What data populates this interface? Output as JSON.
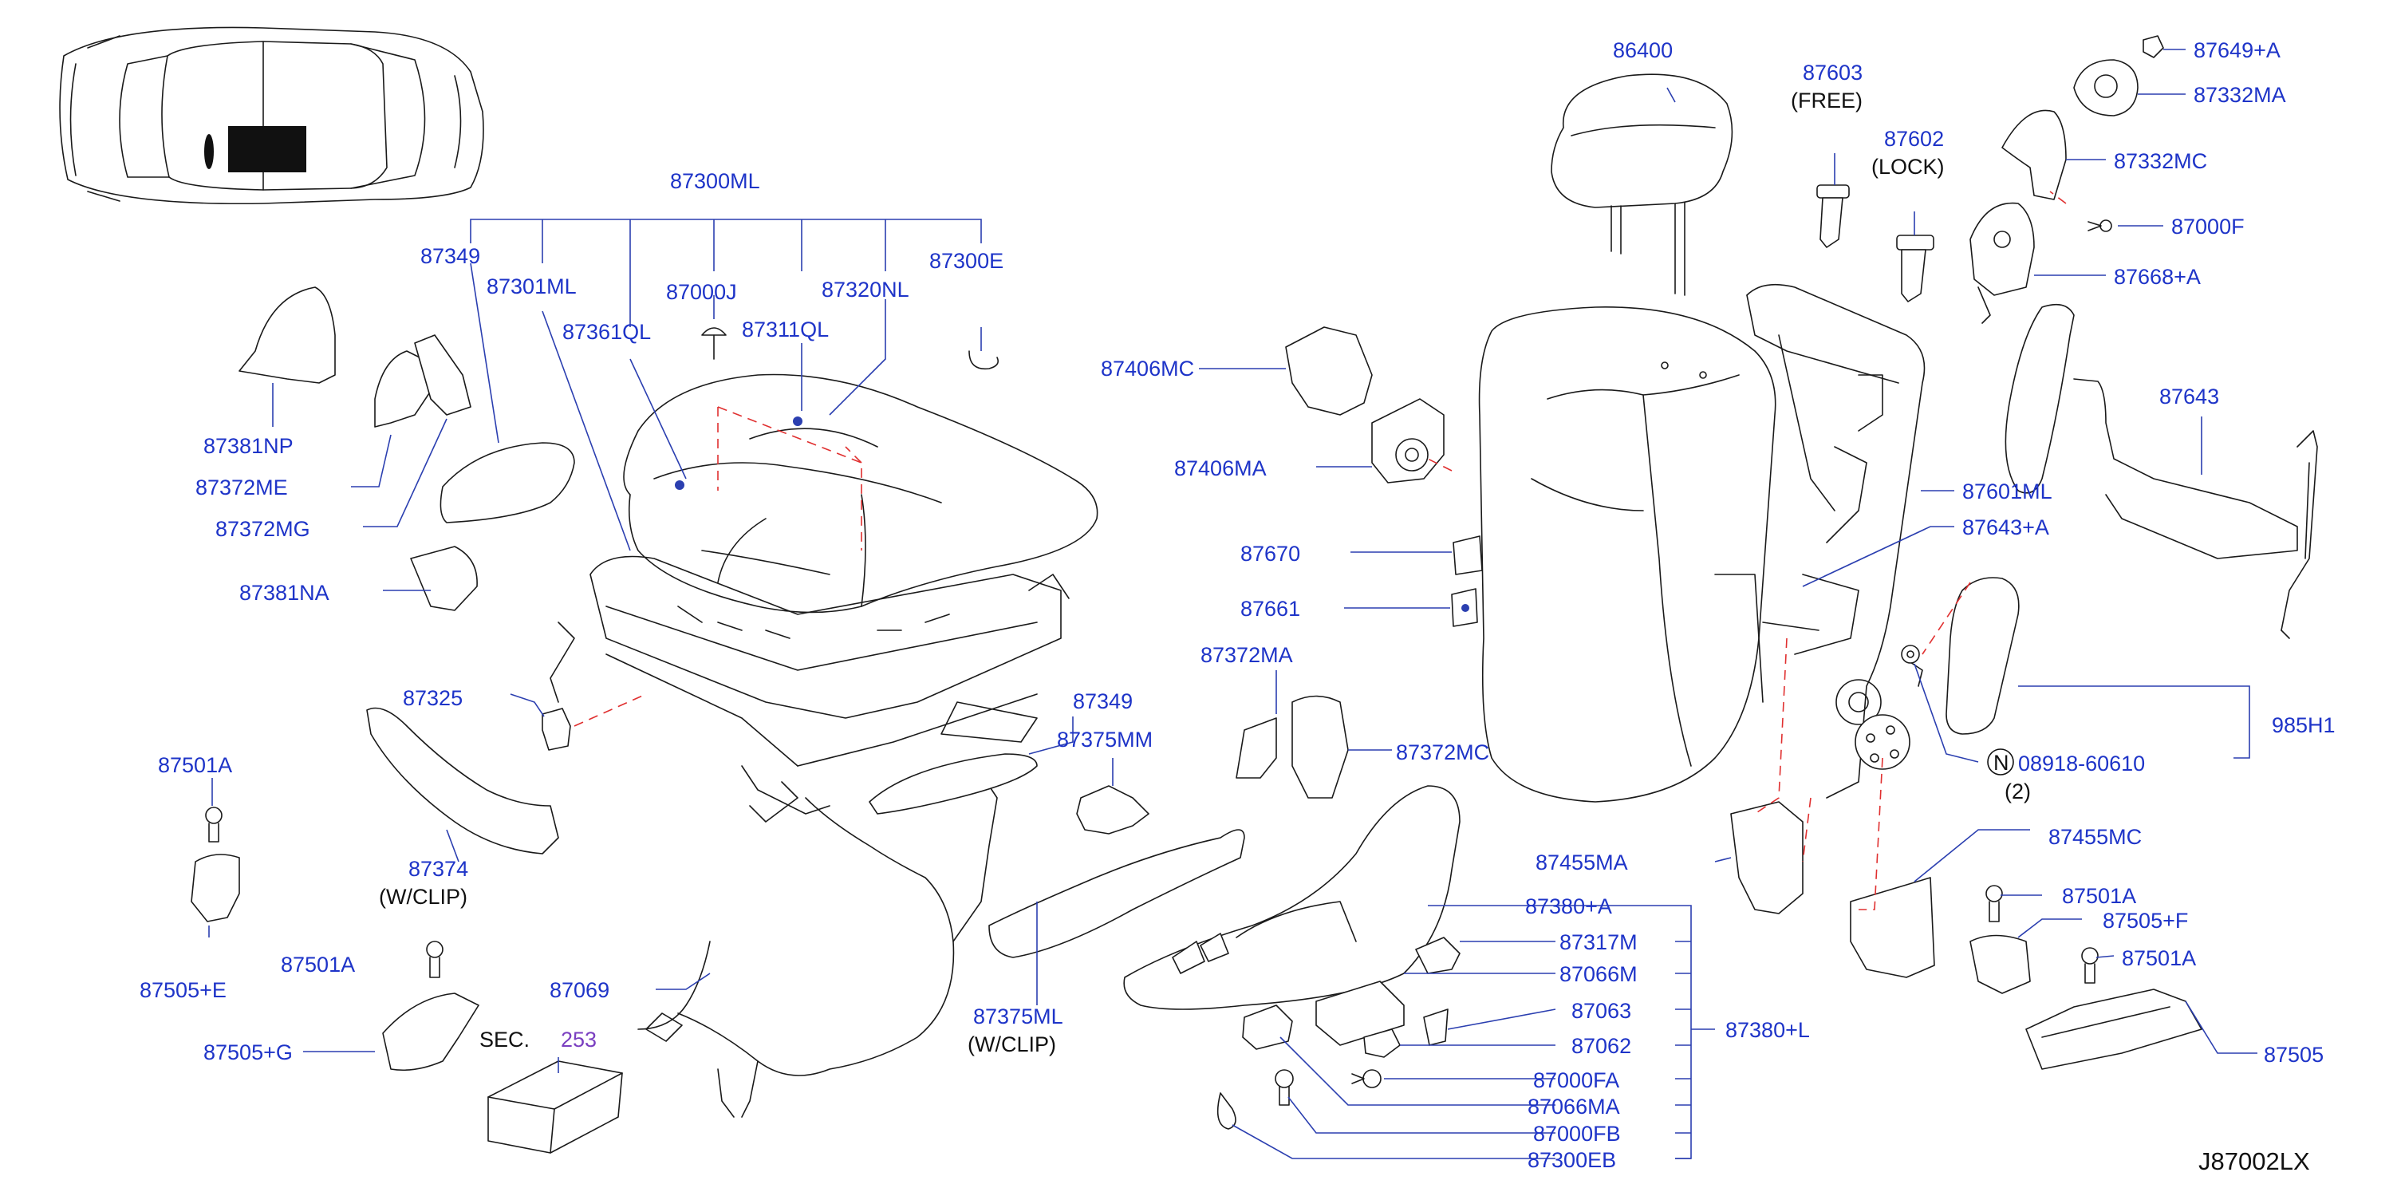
{
  "labels": {
    "p86400": "86400",
    "p87603": "87603",
    "p87603_note": "(FREE)",
    "p87602": "87602",
    "p87602_note": "(LOCK)",
    "p87649a": "87649+A",
    "p87332ma": "87332MA",
    "p87332mc": "87332MC",
    "p87000f": "87000F",
    "p87668a": "87668+A",
    "p87643": "87643",
    "p87601ml": "87601ML",
    "p87643a": "87643+A",
    "p985h1": "985H1",
    "p08918": "08918-60610",
    "p08918_prefix": "N",
    "p08918_qty": "(2)",
    "p87300ml": "87300ML",
    "p87349_top": "87349",
    "p87301ml": "87301ML",
    "p87000j": "87000J",
    "p87320nl": "87320NL",
    "p87300e": "87300E",
    "p87361ql": "87361QL",
    "p87311ql": "87311QL",
    "p87381np": "87381NP",
    "p87372me": "87372ME",
    "p87372mg": "87372MG",
    "p87381na": "87381NA",
    "p87325": "87325",
    "p87374": "87374",
    "p87374_note": "(W/CLIP)",
    "p87501a_left": "87501A",
    "p87505e": "87505+E",
    "p87501a_mid": "87501A",
    "p87505g": "87505+G",
    "sec_prefix": "SEC.",
    "sec_num": "253",
    "p87069": "87069",
    "p87406mc": "87406MC",
    "p87406ma": "87406MA",
    "p87670": "87670",
    "p87661": "87661",
    "p87372ma": "87372MA",
    "p87372mc": "87372MC",
    "p87349_mid": "87349",
    "p87375mm": "87375MM",
    "p87375ml": "87375ML",
    "p87375ml_note": "(W/CLIP)",
    "p87455ma": "87455MA",
    "p87455mc": "87455MC",
    "p87380a": "87380+A",
    "p87317m": "87317M",
    "p87066m": "87066M",
    "p87063": "87063",
    "p87062": "87062",
    "p87000fa": "87000FA",
    "p87066ma": "87066MA",
    "p87000fb": "87000FB",
    "p87300eb": "87300EB",
    "p87380l": "87380+L",
    "p87501a_r1": "87501A",
    "p87505f": "87505+F",
    "p87501a_r2": "87501A",
    "p87505": "87505",
    "diagram_code": "J87002LX"
  },
  "colors": {
    "label": "#1e34c8",
    "leader": "#2b3fb0",
    "dashed_guide": "#e03030",
    "section_ref": "#7a3fc0",
    "line_art": "#1a1a1a"
  }
}
